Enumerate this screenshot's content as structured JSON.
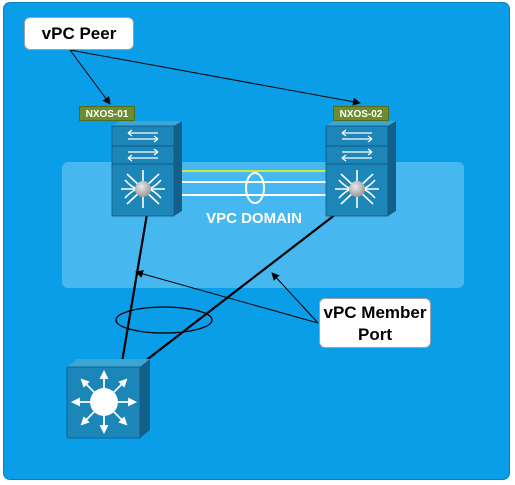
{
  "callouts": {
    "vpc_peer": "vPC Peer",
    "vpc_member_port": "vPC Member\nPort"
  },
  "devices": {
    "switch_1": "NXOS-01",
    "switch_2": "NXOS-02"
  },
  "domain": {
    "label": "VPC DOMAIN"
  },
  "colors": {
    "background": "#0b9ee8",
    "device_face": "#1d86b8",
    "device_side": "#125f8a",
    "tag": "#6b8c2f",
    "peer_link_accent": "#c8e84a",
    "connector": "#000000"
  },
  "icons": [
    "nexus-switch-icon",
    "nexus-switch-icon",
    "layer3-switch-icon"
  ]
}
